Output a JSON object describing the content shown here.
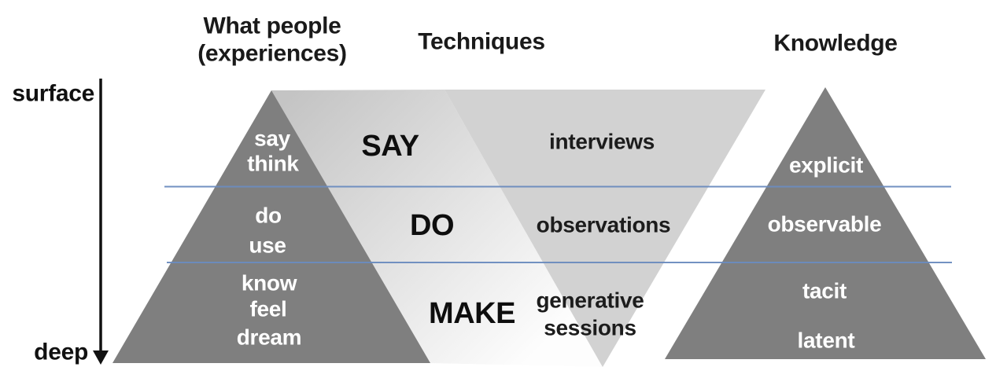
{
  "colors": {
    "pyramid_dark": "#7f7f7f",
    "pyramid_light": "#d2d2d2",
    "band_gradient_start": "#c4c4c4",
    "band_gradient_end": "#fdfdfd",
    "divider_blue": "#6b8cbf",
    "arrow_black": "#111111"
  },
  "headers": {
    "what_people_line1": "What people",
    "what_people_line2": "(experiences)",
    "techniques": "Techniques",
    "knowledge": "Knowledge"
  },
  "depth_axis": {
    "surface_label": "surface",
    "deep_label": "deep"
  },
  "experiences": {
    "say_level": [
      "say",
      "think"
    ],
    "do_level": [
      "do",
      "use"
    ],
    "deep_level": [
      "know",
      "feel",
      "dream"
    ]
  },
  "modes": [
    "SAY",
    "DO",
    "MAKE"
  ],
  "techniques": [
    "interviews",
    "observations",
    "generative",
    "sessions"
  ],
  "knowledge": [
    "explicit",
    "observable",
    "tacit",
    "latent"
  ]
}
